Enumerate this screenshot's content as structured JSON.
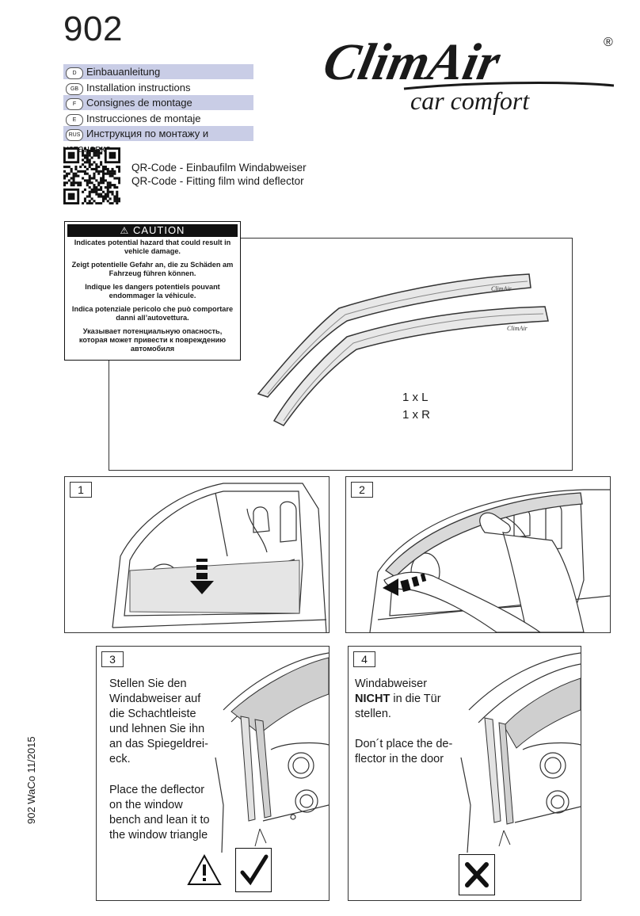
{
  "header": {
    "model_number": "902",
    "languages": [
      {
        "code": "D",
        "label": "Einbauanleitung",
        "highlight": true
      },
      {
        "code": "GB",
        "label": "Installation instructions",
        "highlight": false
      },
      {
        "code": "F",
        "label": "Consignes de montage",
        "highlight": true
      },
      {
        "code": "E",
        "label": "Instrucciones de montaje",
        "highlight": false
      },
      {
        "code": "RUS",
        "label": "Инструкция по монтажу и установке",
        "highlight": true
      }
    ]
  },
  "brand": {
    "name": "ClimAir",
    "registered": "®",
    "tagline": "car comfort"
  },
  "qr": {
    "line1": "QR-Code - Einbaufilm Windabweiser",
    "line2": "QR-Code - Fitting film wind deflector"
  },
  "caution": {
    "title": "CAUTION",
    "lines": [
      "Indicates potential hazard that could result in vehicle damage.",
      "Zeigt potentielle Gefahr an, die zu Schäden am Fahrzeug führen können.",
      "Indique les dangers potentiels pouvant endommager la véhicule.",
      "Indica potenziale pericolo che può comportare danni all’autovettura.",
      "Указывает потенциальную опасность, которая может привести к повреждению автомобиля"
    ]
  },
  "parts": {
    "left": "1 x L",
    "right": "1 x R",
    "deflector_logo": "ClimAir"
  },
  "steps": [
    {
      "number": "1"
    },
    {
      "number": "2"
    },
    {
      "number": "3",
      "text_de": [
        "Stellen Sie den",
        "Windabweiser auf",
        "die Schachtleiste",
        "und lehnen Sie ihn",
        "an das Spiegeldrei-",
        "eck."
      ],
      "text_en": [
        "Place the deflector",
        "on the window",
        "bench and lean it to",
        "the window triangle"
      ]
    },
    {
      "number": "4",
      "text_de_1": "Windabweiser",
      "text_de_bold": "NICHT",
      "text_de_2": " in die Tür",
      "text_de_3": "stellen.",
      "text_en": [
        "Don´t place the de-",
        "flector in the door"
      ]
    }
  ],
  "footer": {
    "code": "902 WaCo  11/2015"
  },
  "icons": [
    "warning-triangle-icon",
    "check-icon",
    "cross-icon",
    "down-arrow-icon",
    "left-arrow-icon"
  ]
}
